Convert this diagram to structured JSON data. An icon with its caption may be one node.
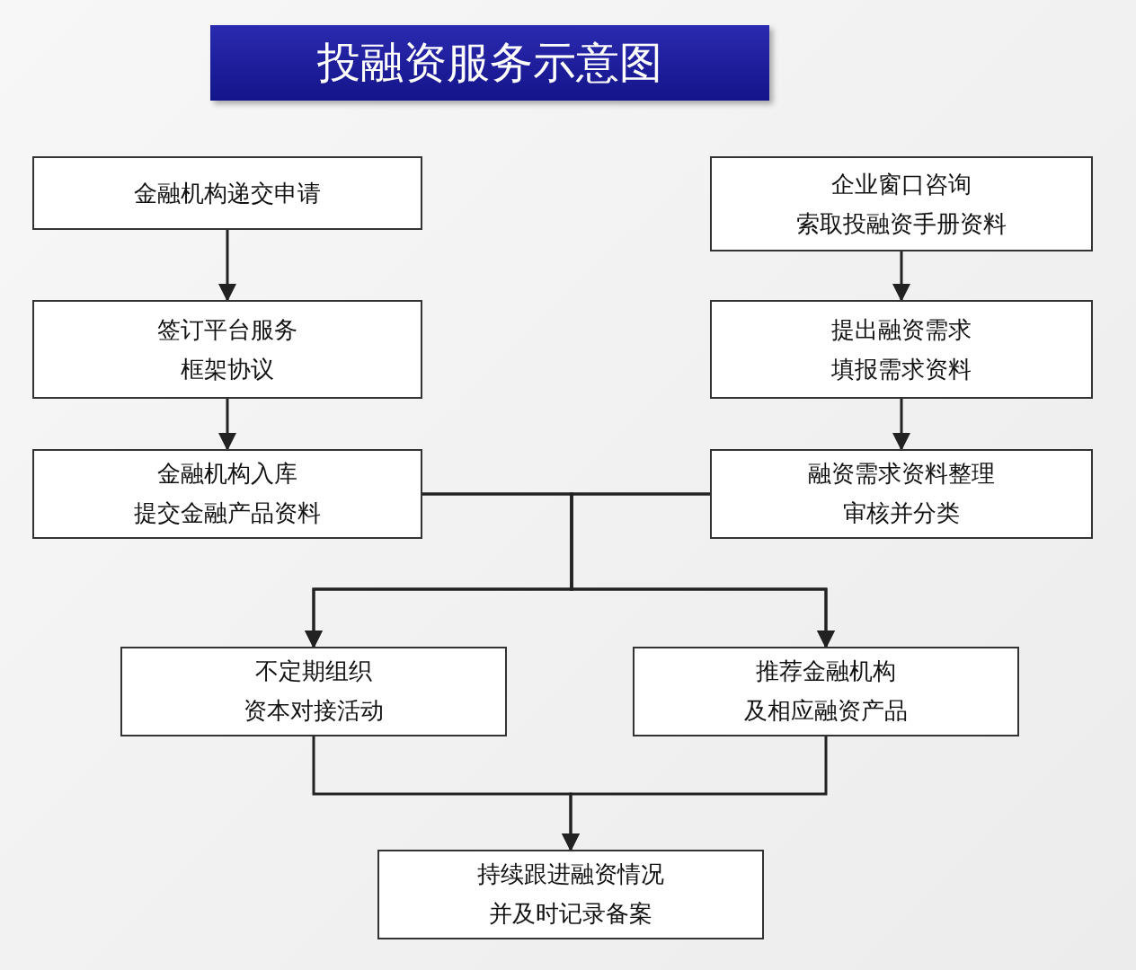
{
  "diagram": {
    "title": "投融资服务示意图",
    "nodes": [
      {
        "text": [
          "金融机构递交申请"
        ]
      },
      {
        "text": [
          "签订平台服务",
          "框架协议"
        ]
      },
      {
        "text": [
          "金融机构入库",
          "提交金融产品资料"
        ]
      },
      {
        "text": [
          "企业窗口咨询",
          "索取投融资手册资料"
        ]
      },
      {
        "text": [
          "提出融资需求",
          "填报需求资料"
        ]
      },
      {
        "text": [
          "融资需求资料整理",
          "审核并分类"
        ]
      },
      {
        "text": [
          "不定期组织",
          "资本对接活动"
        ]
      },
      {
        "text": [
          "推荐金融机构",
          "及相应融资产品"
        ]
      },
      {
        "text": [
          "持续跟进融资情况",
          "并及时记录备案"
        ]
      }
    ],
    "edges": [
      {
        "from": 0,
        "to": 1,
        "arrow": "to"
      },
      {
        "from": 1,
        "to": 2,
        "arrow": "to"
      },
      {
        "from": 3,
        "to": 4,
        "arrow": "to"
      },
      {
        "from": 4,
        "to": 5,
        "arrow": "to"
      },
      {
        "from": 2,
        "to": 6,
        "arrow": "to"
      },
      {
        "from": 2,
        "to": 7,
        "arrow": "to"
      },
      {
        "from": 5,
        "to": 6,
        "arrow": "to"
      },
      {
        "from": 5,
        "to": 7,
        "arrow": "to"
      },
      {
        "from": 6,
        "to": 8,
        "arrow": "to"
      },
      {
        "from": 7,
        "to": 8,
        "arrow": "to"
      }
    ]
  }
}
